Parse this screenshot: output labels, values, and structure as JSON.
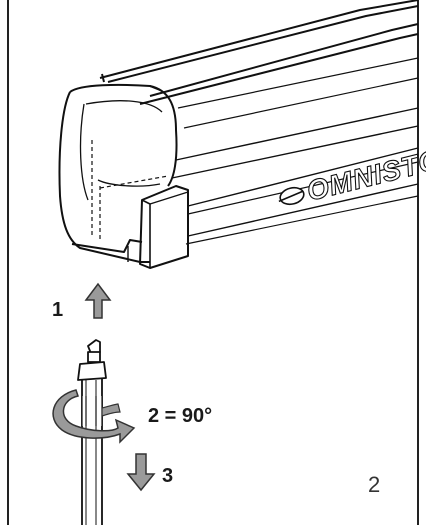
{
  "figure": {
    "brand_text": "OMNISTO",
    "steps": [
      {
        "label": "1",
        "arrow": "up"
      },
      {
        "label": "2 = 90°",
        "arrow": "rotate"
      },
      {
        "label": "3",
        "arrow": "down"
      }
    ],
    "page_number": "2"
  }
}
